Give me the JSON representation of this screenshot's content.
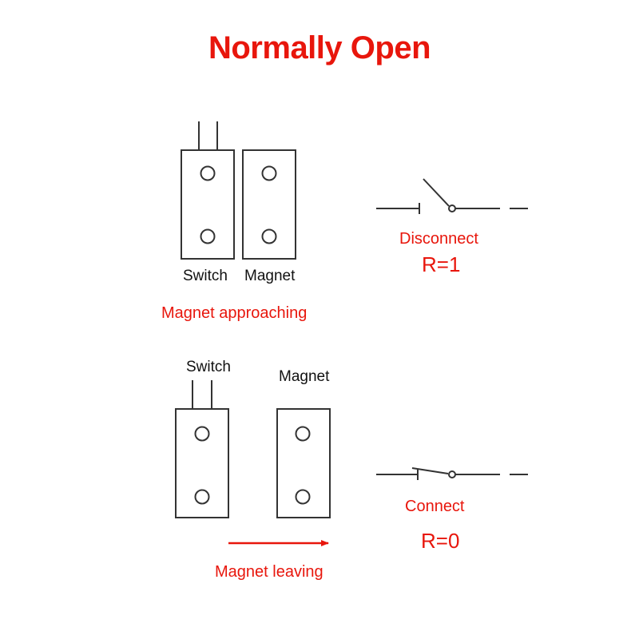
{
  "title": "Normally Open",
  "colors": {
    "accent_red": "#e8160c",
    "line": "#333333",
    "text": "#111111"
  },
  "top_section": {
    "switch_label": "Switch",
    "magnet_label": "Magnet",
    "caption": "Magnet approaching",
    "state_label": "Disconnect",
    "resistance_label": "R=1"
  },
  "bottom_section": {
    "switch_label": "Switch",
    "magnet_label": "Magnet",
    "caption": "Magnet leaving",
    "state_label": "Connect",
    "resistance_label": "R=0"
  }
}
